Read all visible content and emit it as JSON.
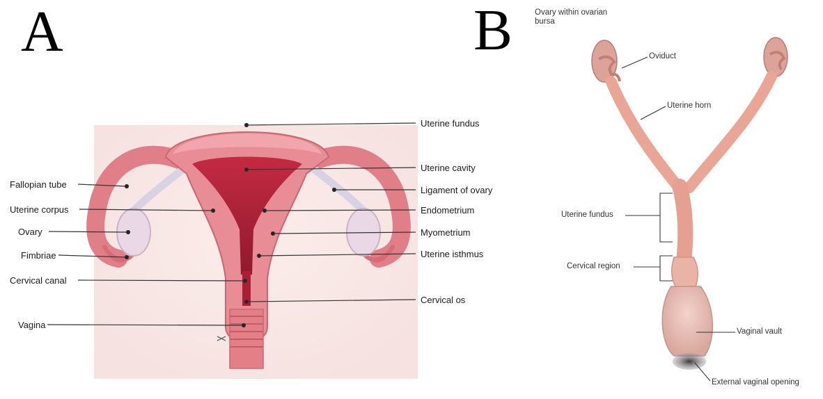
{
  "panels": {
    "a": {
      "letter": "A"
    },
    "b": {
      "letter": "B"
    }
  },
  "human_uterus": {
    "labels_left": [
      "Fallopian tube",
      "Uterine corpus",
      "Ovary",
      "Fimbriae",
      "Cervical canal",
      "Vagina"
    ],
    "labels_right": [
      "Uterine fundus",
      "Uterine cavity",
      "Ligament of ovary",
      "Endometrium",
      "Myometrium",
      "Uterine isthmus",
      "Cervical os"
    ]
  },
  "mouse_uterus": {
    "labels": {
      "ovary": "Ovary within ovarian bursa",
      "oviduct": "Oviduct",
      "horn": "Uterine horn",
      "fundus": "Uterine fundus",
      "cervical": "Cervical region",
      "vault": "Vaginal vault",
      "opening": "External vaginal opening"
    }
  },
  "colors": {
    "tissue": "#e58f94",
    "cavity": "#b2233a",
    "ovary": "#ead8e6",
    "leader": "#222222"
  }
}
